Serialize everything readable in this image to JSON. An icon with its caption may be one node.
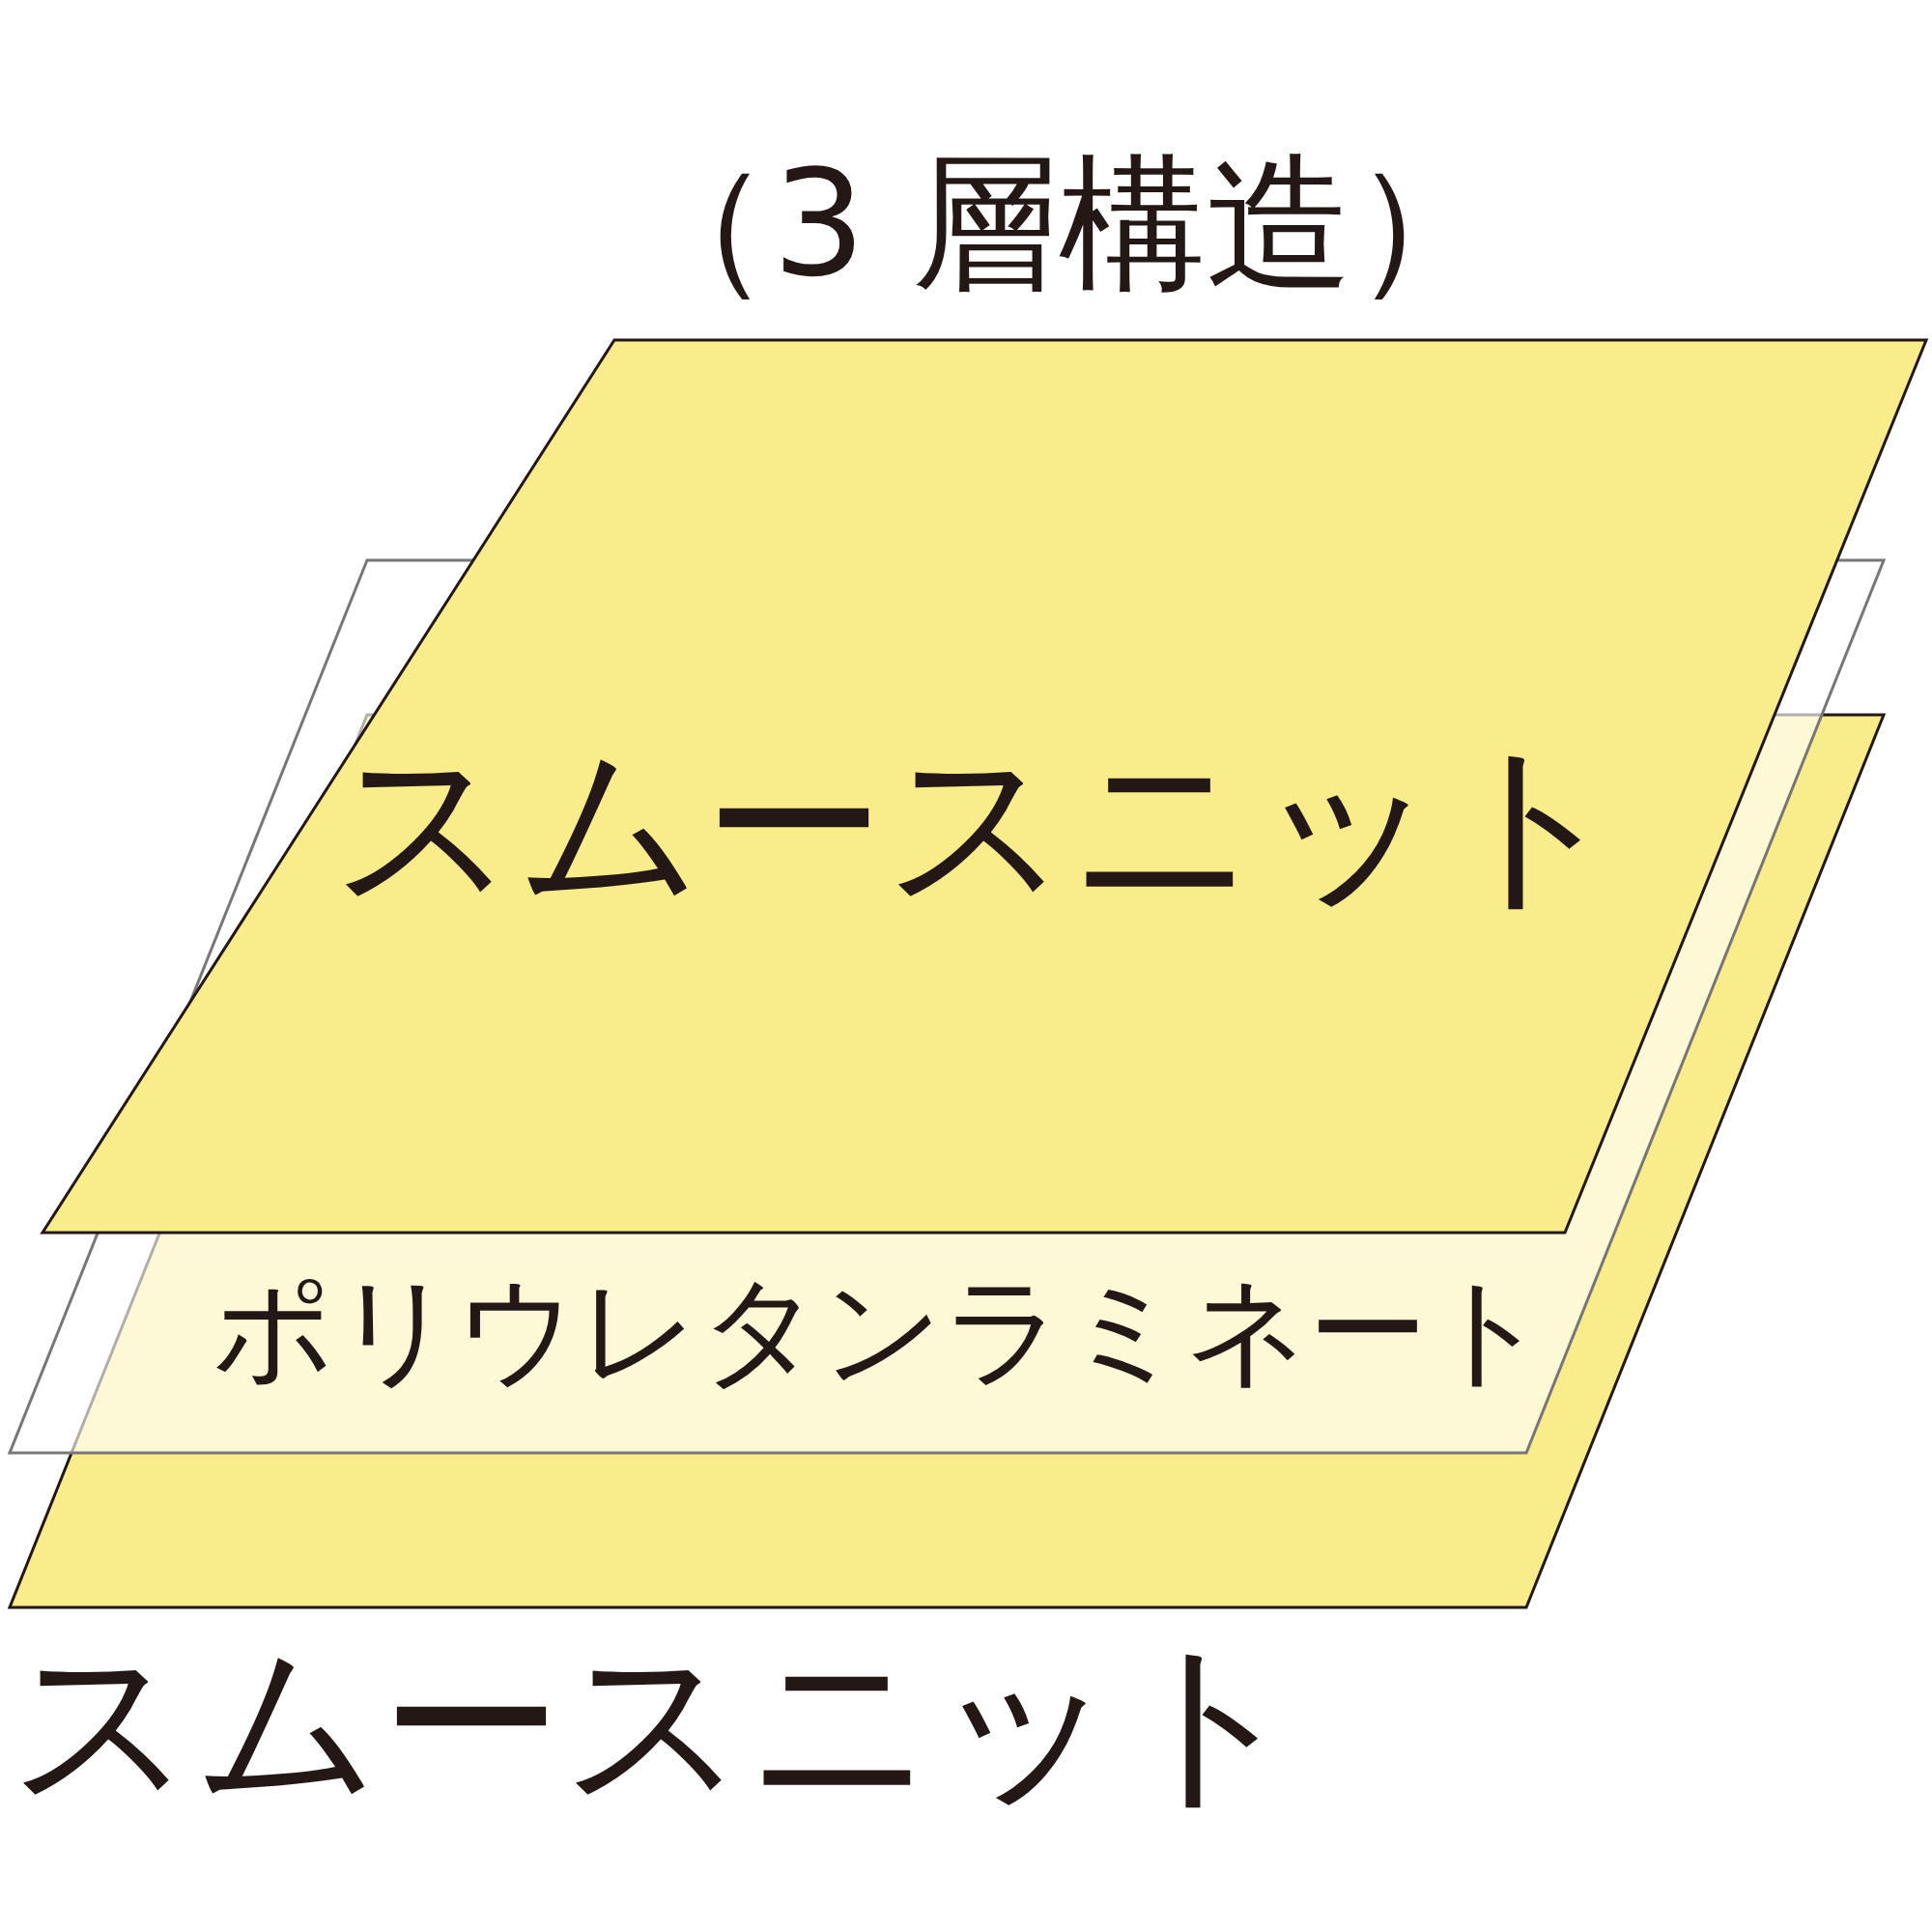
{
  "diagram": {
    "title": "（3 層構造）",
    "nodes": [
      {
        "text": [
          "スムースニット"
        ]
      },
      {
        "text": [
          "ポリウレタンラミネート"
        ]
      },
      {
        "text": [
          "スムースニット"
        ]
      }
    ]
  }
}
